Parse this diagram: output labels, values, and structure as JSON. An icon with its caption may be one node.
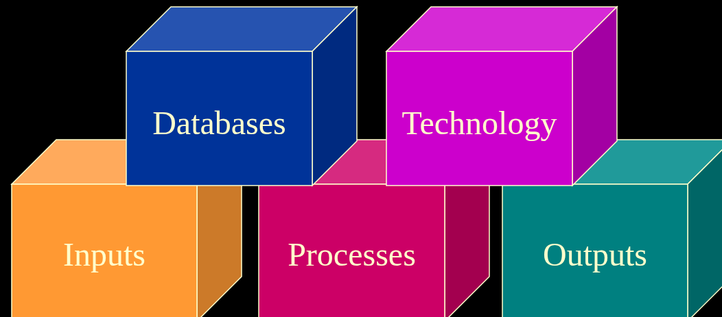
{
  "diagram": {
    "nodes": [
      {
        "text": [
          "Databases"
        ]
      },
      {
        "text": [
          "Technology"
        ]
      },
      {
        "text": [
          "Inputs"
        ]
      },
      {
        "text": [
          "Processes"
        ]
      },
      {
        "text": [
          "Outputs"
        ]
      }
    ]
  }
}
